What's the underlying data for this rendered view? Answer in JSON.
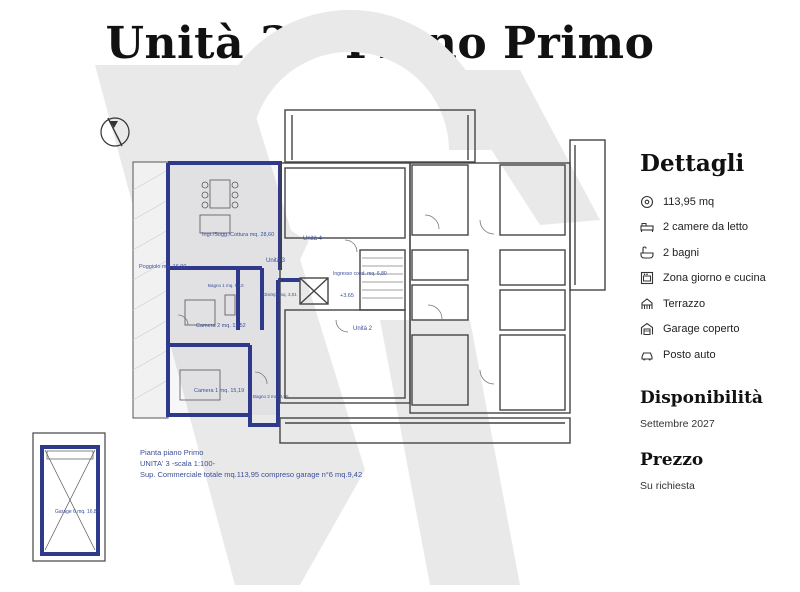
{
  "title": "Unità 3 – Piano Primo",
  "plan": {
    "caption_line1": "Pianta piano Primo",
    "caption_line2": "UNITA' 3 -scala 1:100-",
    "caption_line3": "Sup. Commerciale totale mq.113,95 compreso garage n°6 mq.9,42",
    "rooms": {
      "living": "Ingr./Sogg./Cottura mq. 28,60",
      "balcony": "Poggiolo mq. 16,90",
      "bedroom2": "Camera 2 mq. 11,52",
      "bedroom1": "Camera 1 mq. 15,19",
      "bath1": "Bagno 1 mq. 5,10",
      "bath2": "Bagno 2 mq. 4,05",
      "closet": "Disimp. mq. 3,01",
      "entrance": "Ingresso cond. mq. 6,80",
      "elevation": "+3.65",
      "unit3": "Unità 3",
      "unit4": "Unità 4",
      "unit2": "Unità 2",
      "garage": "Garage 6 mq. 16,87"
    }
  },
  "details": {
    "heading": "Dettagli",
    "features": [
      {
        "icon": "area-icon",
        "label": "113,95 mq"
      },
      {
        "icon": "bed-icon",
        "label": "2 camere da letto"
      },
      {
        "icon": "bath-icon",
        "label": "2 bagni"
      },
      {
        "icon": "kitchen-icon",
        "label": "Zona giorno e cucina"
      },
      {
        "icon": "terrace-icon",
        "label": "Terrazzo"
      },
      {
        "icon": "garage-icon",
        "label": "Garage coperto"
      },
      {
        "icon": "car-icon",
        "label": "Posto auto"
      }
    ]
  },
  "availability": {
    "heading": "Disponibilità",
    "value": "Settembre 2027"
  },
  "price": {
    "heading": "Prezzo",
    "value": "Su richiesta"
  }
}
